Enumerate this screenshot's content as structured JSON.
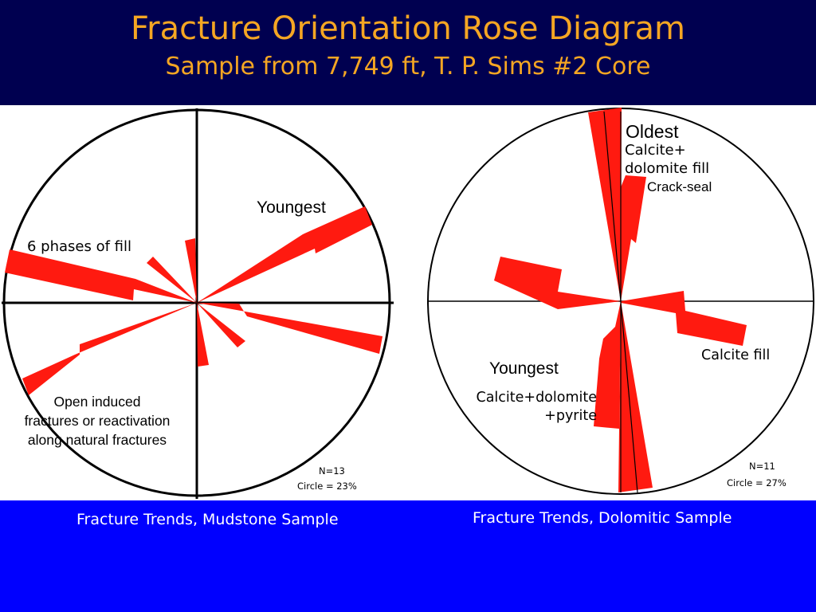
{
  "header": {
    "title": "Fracture Orientation Rose Diagram",
    "subtitle": "Sample from 7,749 ft, T. P. Sims #2 Core"
  },
  "colors": {
    "header_bg": "#000050",
    "title_text": "#f5a623",
    "footer_bg": "#0000ff",
    "petal_fill": "#ff1a10",
    "circle_stroke": "#000000"
  },
  "left_diagram": {
    "labels": {
      "youngest": "Youngest",
      "phases": "6 phases of fill",
      "open_line1": "Open induced",
      "open_line2": "fractures or reactivation",
      "open_line3": "along natural fractures",
      "n": "N=13",
      "circle": "Circle = 23%"
    },
    "caption": "Fracture Trends, Mudstone Sample"
  },
  "right_diagram": {
    "labels": {
      "oldest": "Oldest",
      "calcite_plus": "Calcite+",
      "dolomite_fill": "dolomite fill",
      "crack_seal": "Crack-seal",
      "calcite_fill": "Calcite fill",
      "youngest": "Youngest",
      "cd_line1": "Calcite+dolomite",
      "cd_line2": "+pyrite",
      "n": "N=11",
      "circle": "Circle = 27%"
    },
    "caption": "Fracture Trends, Dolomitic Sample"
  }
}
